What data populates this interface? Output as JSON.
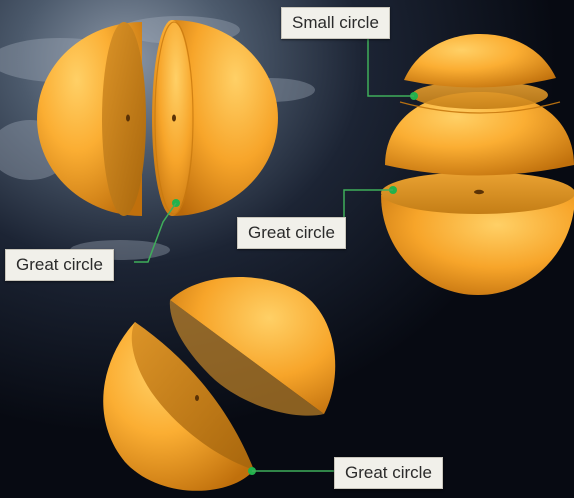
{
  "labels": {
    "small_circle": "Small circle",
    "great_circle_left": "Great circle",
    "great_circle_right": "Great circle",
    "great_circle_bottom": "Great circle"
  },
  "colors": {
    "sphere_light": "#ffc655",
    "sphere_mid": "#f8a528",
    "sphere_dark": "#b86a0a",
    "cut_face": "#d08a22",
    "cut_face_dark": "#a8680e",
    "marker": "#22b24c",
    "leader": "#3fae5a",
    "background": "#0a0d16"
  }
}
